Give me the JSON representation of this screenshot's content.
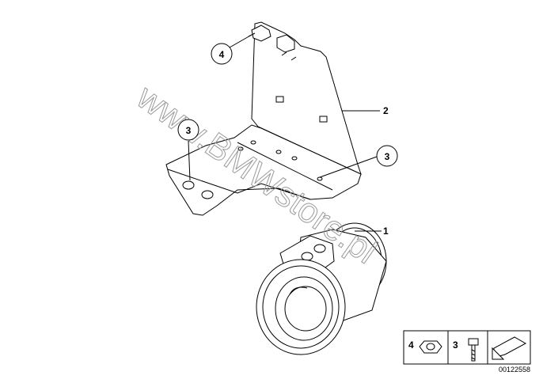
{
  "callouts": {
    "bolt_upper_left": "3",
    "bolt_right": "3",
    "nut_top": "4"
  },
  "part_labels": {
    "bracket": "2",
    "speaker": "1"
  },
  "legend": {
    "nut": "4",
    "bolt": "3"
  },
  "catalog_number": "00122558",
  "watermark": "www.BMWstore.pl",
  "icons": [
    "nut-icon",
    "bolt-icon",
    "arrow-icon"
  ]
}
